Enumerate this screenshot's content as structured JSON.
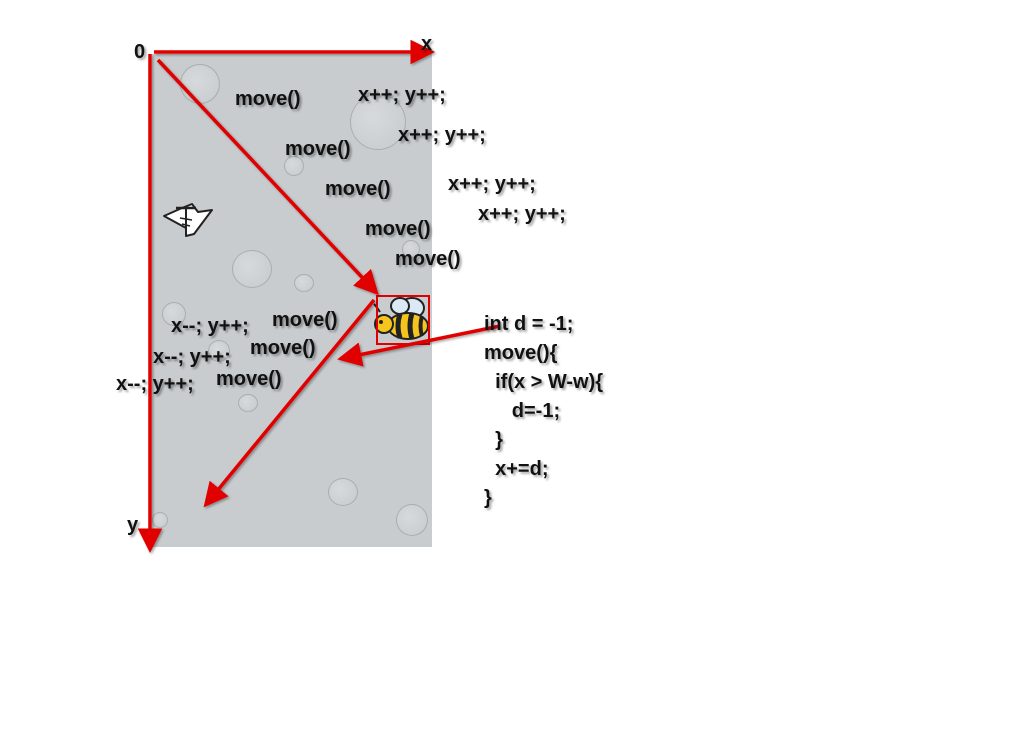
{
  "axes": {
    "origin_label": "0",
    "x_label": "x",
    "y_label": "y"
  },
  "diagonal_right_labels": {
    "move_calls": [
      "move()",
      "move()",
      "move()",
      "move()",
      "move()"
    ],
    "steps": [
      "x++; y++;",
      "x++; y++;",
      "x++; y++;",
      "x++; y++;"
    ]
  },
  "diagonal_left_labels": {
    "move_calls": [
      "move()",
      "move()",
      "move()"
    ],
    "steps": [
      "x--; y++;",
      "x--; y++;",
      "x--; y++;"
    ]
  },
  "code": {
    "lines": [
      "int d = -1;",
      "move(){",
      "  if(x > W-w){",
      "     d=-1;",
      "  }",
      "  x+=d;",
      "}"
    ]
  },
  "colors": {
    "arrow": "#e00000",
    "field_background": "#c8ccce",
    "text": "#111111"
  },
  "icons": {
    "player": "spaceship-icon",
    "enemy": "bee-icon"
  }
}
